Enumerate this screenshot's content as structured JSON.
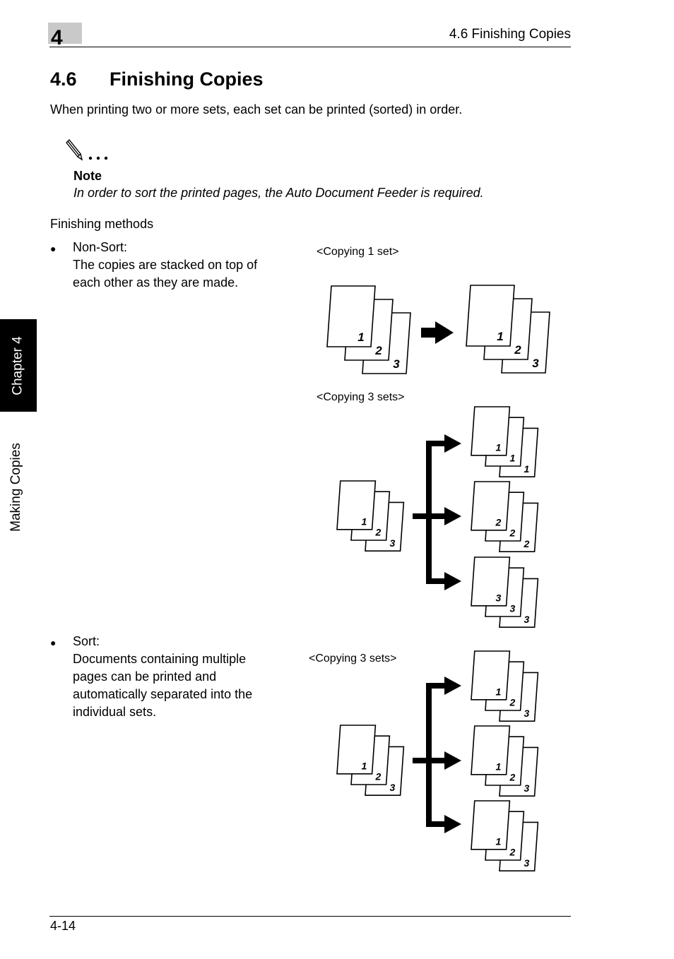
{
  "header": {
    "chapter_number": "4",
    "running_head": "4.6 Finishing Copies"
  },
  "section": {
    "number": "4.6",
    "title": "Finishing Copies",
    "intro": "When printing two or more sets, each set can be printed (sorted) in order."
  },
  "note": {
    "icon": "pencil-note-icon",
    "label": "Note",
    "text": "In order to sort the printed pages, the Auto Document Feeder is required."
  },
  "methods": {
    "title": "Finishing methods",
    "items": [
      {
        "name": "Non-Sort:",
        "lines": [
          "The copies are stacked on top of",
          "each other as they are made."
        ]
      },
      {
        "name": "Sort:",
        "lines": [
          "Documents containing multiple",
          "pages can be printed and",
          "automatically separated into the",
          "individual sets."
        ]
      }
    ]
  },
  "diagrams": {
    "copy_one_caption": "<Copying 1 set>",
    "non_sort_caption": "<Copying 3 sets>",
    "sort_caption": "<Copying 3 sets>",
    "page_labels": [
      "1",
      "2",
      "3"
    ]
  },
  "sidebar": {
    "chapter_tab": "Chapter 4",
    "section_tab": "Making Copies"
  },
  "footer": {
    "page_number": "4-14"
  }
}
